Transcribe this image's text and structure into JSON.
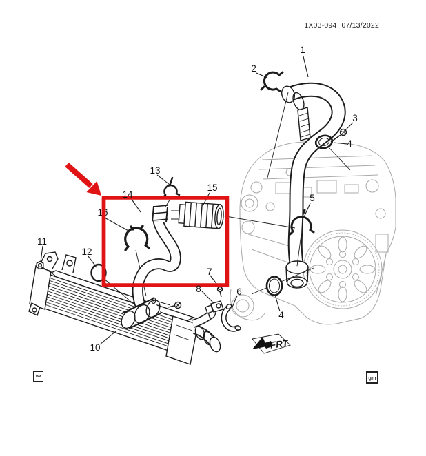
{
  "document": {
    "code": "1X03-094",
    "date": "07/13/2022"
  },
  "figure": {
    "highlight_color": "#e01414",
    "line_color": "#1c1c1c",
    "faint_line_color": "#a8a8a8",
    "callouts": {
      "c1": "1",
      "c2": "2",
      "c3": "3",
      "c4_upper": "4",
      "c5": "5",
      "c6": "6",
      "c7": "7",
      "c8": "8",
      "c9": "9",
      "c10": "10",
      "c11": "11",
      "c12": "12",
      "c13": "13",
      "c14": "14",
      "c15": "15",
      "c16": "16",
      "c4_lower": "4"
    },
    "front_indicator": "FRT",
    "footer_marks": {
      "left": "tw",
      "right": "gm"
    }
  }
}
